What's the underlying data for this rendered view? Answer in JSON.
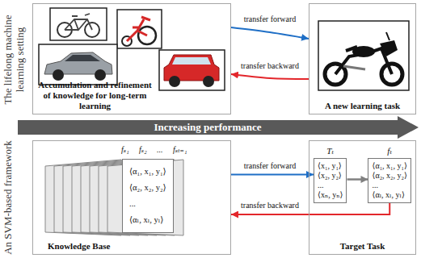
{
  "diagram": {
    "nodes": [
      {
        "text": [
          "Accumulation and refinement of knowledge for long-term learning"
        ]
      },
      {
        "text": [
          "A new learning task"
        ]
      },
      {
        "text": [
          "Knowledge Base"
        ]
      },
      {
        "text": [
          "Target Task"
        ]
      },
      {
        "text": [
          "⟨α₁, x₁, y₁⟩",
          "⟨α₂, x₂, y₂⟩",
          "...",
          "⟨αₗ, xₗ, yₗ⟩"
        ],
        "in": 2
      },
      {
        "text": [
          "Tₜ",
          "⟨x₁, y₁⟩",
          "⟨x₂, y₂⟩",
          "...",
          "⟨xₙ, yₙ⟩"
        ],
        "in": 3
      },
      {
        "text": [
          "fₜ",
          "⟨α₁, x₁, y₁⟩",
          "⟨α₂, x₂, y₂⟩",
          "...",
          "⟨αₗ, xₗ, yₗ⟩"
        ],
        "in": 3
      }
    ],
    "edges": [
      {
        "from": 0,
        "to": 1,
        "arrow": "to",
        "label": "transfer forward"
      },
      {
        "from": 1,
        "to": 0,
        "arrow": "to",
        "label": "transfer backward"
      },
      {
        "from": 2,
        "to": 5,
        "arrow": "to",
        "label": "transfer forward"
      },
      {
        "from": 6,
        "to": 2,
        "arrow": "to",
        "label": "transfer backward"
      },
      {
        "from": 5,
        "to": 6,
        "arrow": "to"
      }
    ],
    "labels": [
      "The lifelong machine learning setting",
      "Increasing performance",
      "An SVM-based framework",
      "fₛ₁",
      "fₛ₂",
      "...",
      "fₛₜ₌₁"
    ]
  }
}
